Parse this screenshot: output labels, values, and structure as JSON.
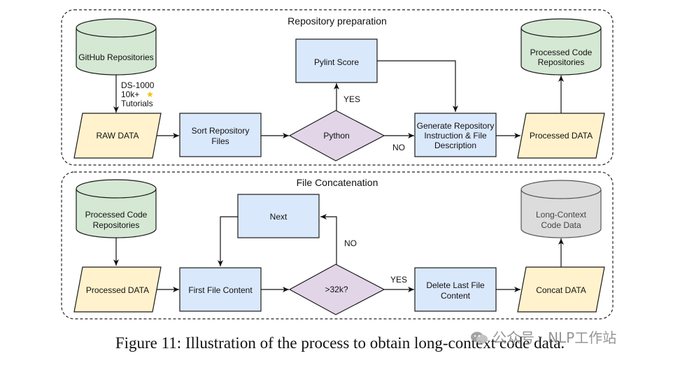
{
  "panels": {
    "top": {
      "title": "Repository preparation",
      "github": "GitHub Repositories",
      "sources": [
        "DS-1000",
        "10k+ ",
        "Tutorials"
      ],
      "raw": "RAW DATA",
      "sort": [
        "Sort Repository",
        "Files"
      ],
      "python": "Python",
      "pylint": "Pylint Score",
      "yes": "YES",
      "no": "NO",
      "generate": [
        "Generate Repository",
        "Instruction & File",
        "Description"
      ],
      "processed": "Processed DATA",
      "repos_out": [
        "Processed Code",
        "Repositories"
      ]
    },
    "bottom": {
      "title": "File Concatenation",
      "repos_in": [
        "Processed Code",
        "Repositories"
      ],
      "processed": "Processed DATA",
      "first": "First File Content",
      "next": "Next",
      "check": ">32k?",
      "no": "NO",
      "yes": "YES",
      "delete": [
        "Delete Last File",
        "Content"
      ],
      "concat": "Concat DATA",
      "longctx": [
        "Long-Context",
        "Code Data"
      ]
    }
  },
  "caption": "Figure 11: Illustration of the process to obtain long-context code data.",
  "watermark": "公众号 · NLP工作站",
  "colors": {
    "cylinder_green": "#d5e8d4",
    "cylinder_grey": "#dcdcdc",
    "data_yellow": "#fff2cc",
    "process_blue": "#dae8fc",
    "decision_purple": "#e1d5e7",
    "stroke": "#1a1a1a"
  }
}
